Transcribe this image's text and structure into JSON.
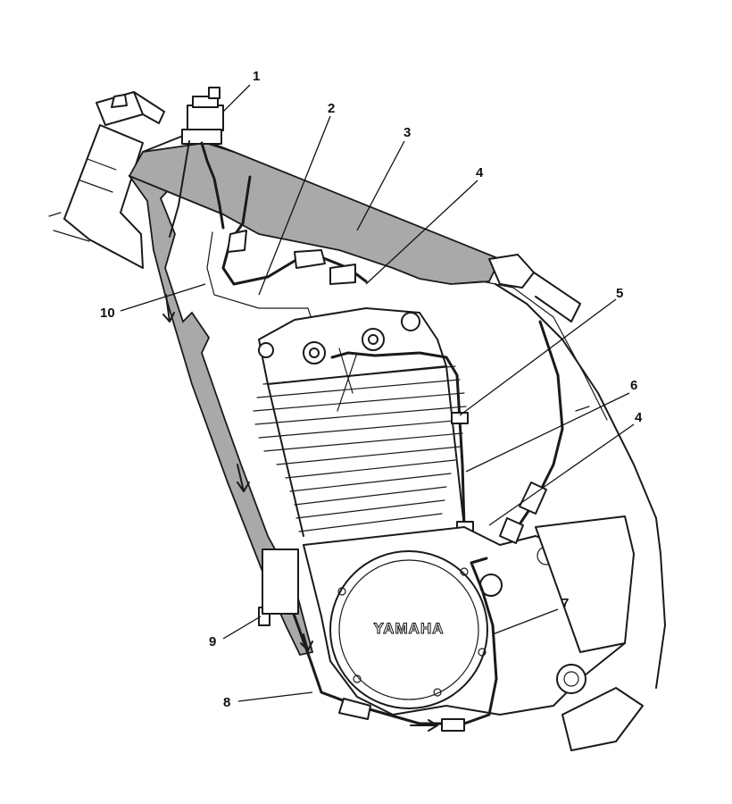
{
  "brand_mark": "YAMAHA",
  "callouts": [
    {
      "label": "1"
    },
    {
      "label": "2"
    },
    {
      "label": "3"
    },
    {
      "label": "4"
    },
    {
      "label": "10"
    },
    {
      "label": "5"
    },
    {
      "label": "6"
    },
    {
      "label": "4"
    },
    {
      "label": "7"
    },
    {
      "label": "9"
    },
    {
      "label": "8"
    }
  ],
  "colors": {
    "line": "#1a1a1a",
    "shade": "#a9a9a9",
    "background": "#ffffff"
  }
}
